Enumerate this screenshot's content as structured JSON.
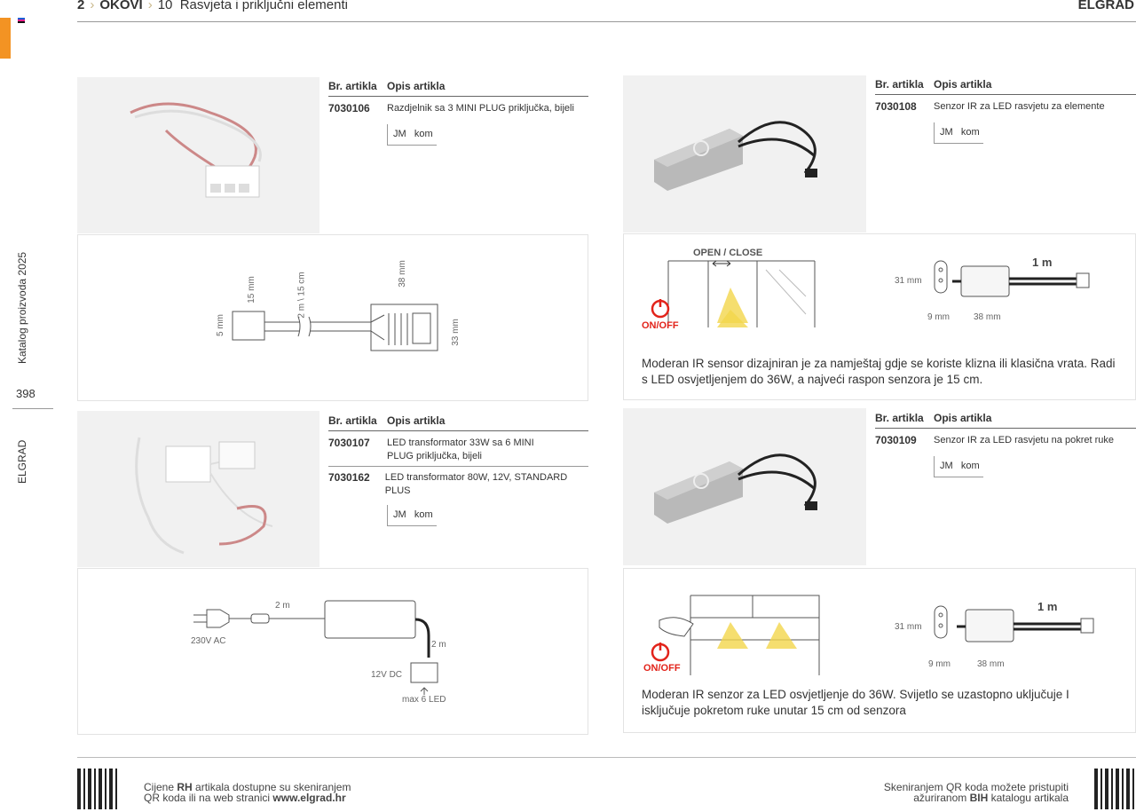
{
  "header": {
    "chapter_num": "2",
    "chapter": "OKOVI",
    "section_num": "10",
    "section": "Rasvjeta i priključni elementi",
    "brand": "ELGRAD"
  },
  "sidebar": {
    "catalog": "Katalog proizvoda 2025",
    "page": "398",
    "brand": "ELGRAD"
  },
  "table_headers": {
    "sku": "Br. artikla",
    "desc": "Opis artikla"
  },
  "products": [
    {
      "items": [
        {
          "sku": "7030106",
          "desc": "Razdjelnik sa 3 MINI PLUG priključka, bijeli"
        }
      ],
      "unit_label": "JM",
      "unit": "kom",
      "diagram": {
        "d1": "5 mm",
        "d2": "15 mm",
        "d3": "2 m \\ 15 cm",
        "d4": "38 mm",
        "d5": "33 mm"
      }
    },
    {
      "items": [
        {
          "sku": "7030107",
          "desc": "LED transformator 33W sa 6 MINI PLUG priključka, bijeli"
        },
        {
          "sku": "7030162",
          "desc": "LED transformator 80W, 12V, STANDARD PLUS"
        }
      ],
      "unit_label": "JM",
      "unit": "kom",
      "diagram": {
        "cable1": "2 m",
        "input": "230V AC",
        "cable2": "2 m",
        "output": "12V DC",
        "max": "max 6 LED"
      }
    },
    {
      "items": [
        {
          "sku": "7030108",
          "desc": "Senzor IR za LED rasvjetu za elemente"
        }
      ],
      "unit_label": "JM",
      "unit": "kom",
      "diagram": {
        "mode": "OPEN / CLOSE",
        "onoff": "ON/OFF",
        "h": "31 mm",
        "w1": "9 mm",
        "w2": "38 mm",
        "cable": "1 m"
      },
      "text": "Moderan IR sensor dizajniran je za namještaj gdje se koriste klizna ili klasična vrata. Radi s LED osvjetljenjem do 36W, a najveći raspon senzora je 15 cm."
    },
    {
      "items": [
        {
          "sku": "7030109",
          "desc": "Senzor IR za LED rasvjetu na pokret ruke"
        }
      ],
      "unit_label": "JM",
      "unit": "kom",
      "diagram": {
        "onoff": "ON/OFF",
        "h": "31 mm",
        "w1": "9 mm",
        "w2": "38 mm",
        "cable": "1 m"
      },
      "text": "Moderan IR senzor za LED osvjetljenje do 36W. Svijetlo se uzastopno uključuje I isključuje pokretom ruke unutar 15 cm od senzora"
    }
  ],
  "footer": {
    "left_1a": "Cijene ",
    "left_1b": "RH",
    "left_1c": " artikala dostupne su skeniranjem",
    "left_2a": "QR koda ili na web stranici ",
    "left_2b": "www.elgrad.hr",
    "right_1": "Skeniranjem QR koda možete pristupiti",
    "right_2a": "ažuriranom ",
    "right_2b": "BIH",
    "right_2c": " katalogu artikala"
  }
}
